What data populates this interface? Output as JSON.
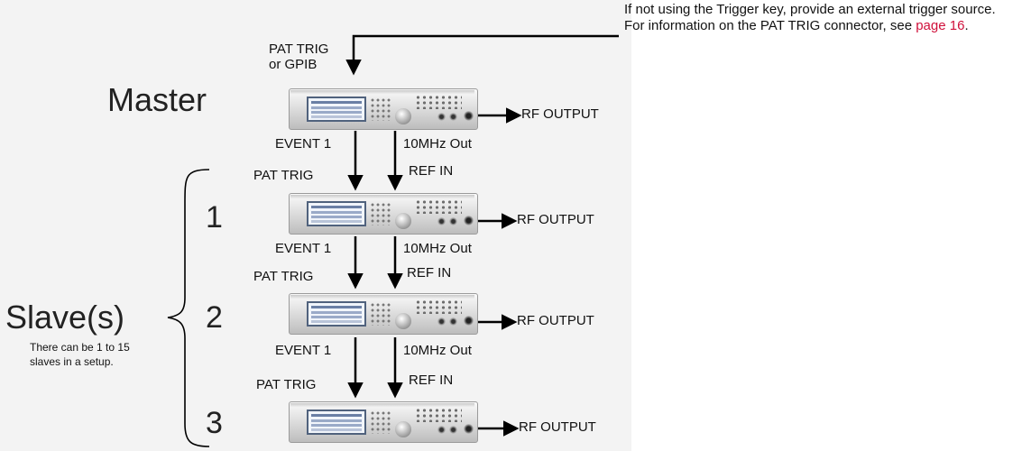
{
  "note": {
    "text": "If not using the Trigger key, provide an external trigger source. For information on the PAT TRIG connector, see ",
    "link": "page 16",
    "tail": "."
  },
  "labels": {
    "master": "Master",
    "slaves": "Slave(s)",
    "slaves_note_line1": "There can be 1 to 15",
    "slaves_note_line2": "slaves in a setup.",
    "pat_trig_top_line1": "PAT TRIG",
    "pat_trig_top_line2": "or GPIB",
    "event": "EVENT 1",
    "ten_mhz": "10MHz Out",
    "pat_trig": "PAT TRIG",
    "ref_in": "REF IN",
    "rf_output": "RF OUTPUT",
    "slave_numbers": [
      "1",
      "2",
      "3"
    ]
  }
}
